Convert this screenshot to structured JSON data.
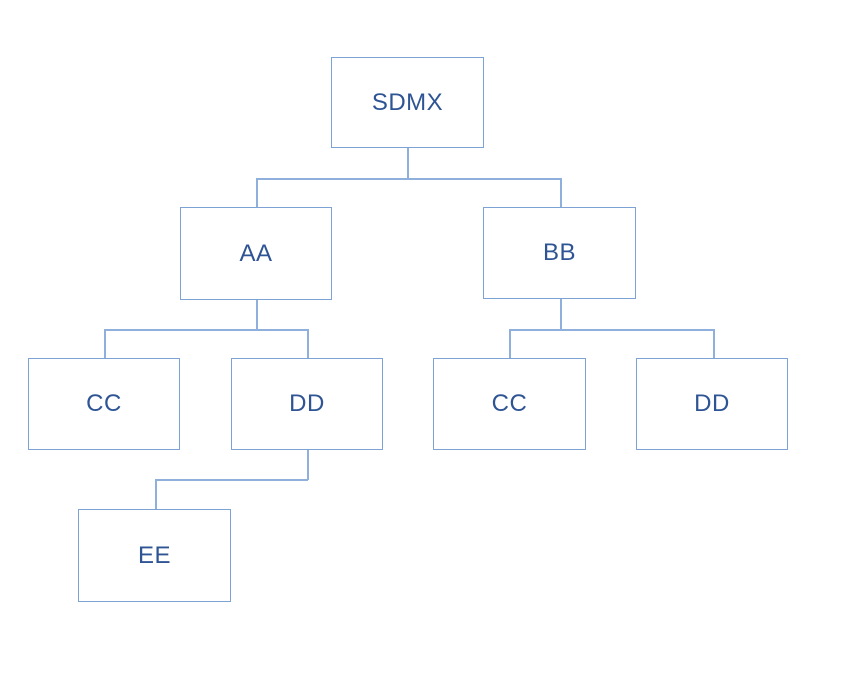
{
  "diagram": {
    "type": "tree",
    "colors": {
      "background": "#ffffff",
      "box_border": "#7da3d5",
      "connector": "#8fb0dc",
      "label_text": "#2e5494"
    },
    "nodes": [
      {
        "id": "sdmx",
        "label": "SDMX",
        "level": 0,
        "parent": null
      },
      {
        "id": "aa",
        "label": "AA",
        "level": 1,
        "parent": "sdmx"
      },
      {
        "id": "bb",
        "label": "BB",
        "level": 1,
        "parent": "sdmx"
      },
      {
        "id": "cc-left",
        "label": "CC",
        "level": 2,
        "parent": "aa"
      },
      {
        "id": "dd-left",
        "label": "DD",
        "level": 2,
        "parent": "aa"
      },
      {
        "id": "cc-right",
        "label": "CC",
        "level": 2,
        "parent": "bb"
      },
      {
        "id": "dd-right",
        "label": "DD",
        "level": 2,
        "parent": "bb"
      },
      {
        "id": "ee",
        "label": "EE",
        "level": 3,
        "parent": "dd-left"
      }
    ],
    "edges": [
      {
        "from": "sdmx",
        "to": "aa"
      },
      {
        "from": "sdmx",
        "to": "bb"
      },
      {
        "from": "aa",
        "to": "cc-left"
      },
      {
        "from": "aa",
        "to": "dd-left"
      },
      {
        "from": "bb",
        "to": "cc-right"
      },
      {
        "from": "bb",
        "to": "dd-right"
      },
      {
        "from": "dd-left",
        "to": "ee"
      }
    ]
  }
}
